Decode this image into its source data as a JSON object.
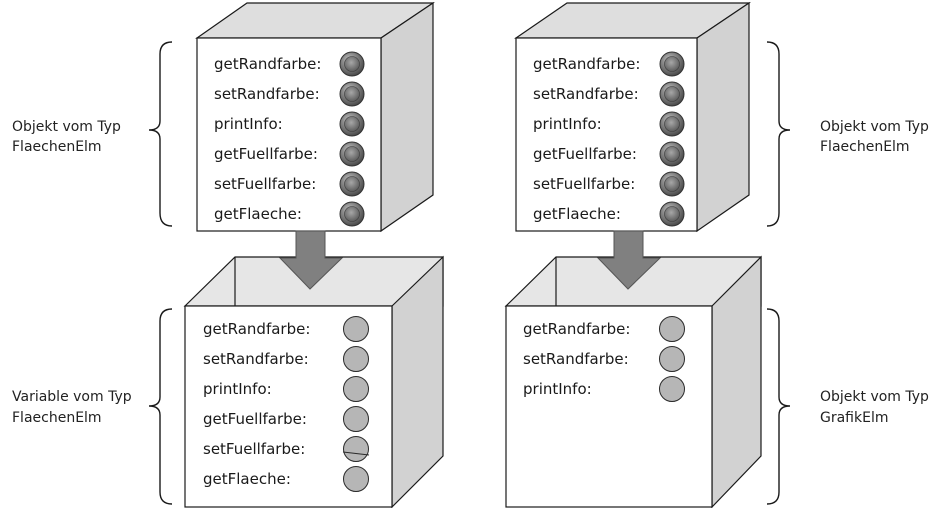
{
  "colors": {
    "box_front": "#ffffff",
    "box_top": "#dedede",
    "box_side": "#d2d2d2",
    "inner_back": "#e6e6e6",
    "outline": "#1a1a1a",
    "arrow": "#808080",
    "flat_circle": "#b6b6b6",
    "dark_knob": "#6f6f6f"
  },
  "side_labels": {
    "top_left": [
      "Objekt vom Typ",
      "FlaechenElm"
    ],
    "bottom_left": [
      "Variable vom Typ",
      "FlaechenElm"
    ],
    "top_right": [
      "Objekt vom Typ",
      "FlaechenElm"
    ],
    "bottom_right": [
      "Objekt vom Typ",
      "GrafikElm"
    ]
  },
  "boxes": {
    "top_left": {
      "methods": [
        "getRandfarbe:",
        "setRandfarbe:",
        "printInfo:",
        "getFuellfarbe:",
        "setFuellfarbe:",
        "getFlaeche:"
      ],
      "knob_style": "3d-button"
    },
    "top_right": {
      "methods": [
        "getRandfarbe:",
        "setRandfarbe:",
        "printInfo:",
        "getFuellfarbe:",
        "setFuellfarbe:",
        "getFlaeche:"
      ],
      "knob_style": "3d-button"
    },
    "bottom_left": {
      "methods": [
        "getRandfarbe:",
        "setRandfarbe:",
        "printInfo:",
        "getFuellfarbe:",
        "setFuellfarbe:",
        "getFlaeche:"
      ],
      "knob_style": "flat-circle"
    },
    "bottom_right": {
      "methods": [
        "getRandfarbe:",
        "setRandfarbe:",
        "printInfo:"
      ],
      "knob_style": "flat-circle"
    }
  }
}
